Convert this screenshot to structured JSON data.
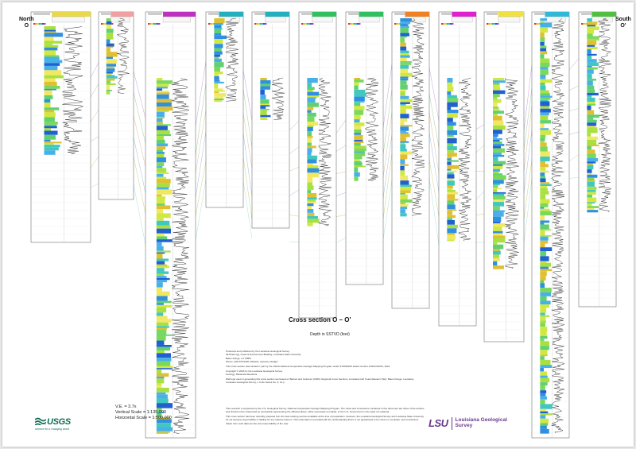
{
  "corners": {
    "left_direction": "North",
    "left_label": "O",
    "right_direction": "South",
    "right_label": "O'"
  },
  "title": "Cross section O – O'",
  "subtitle": "Depth in SSTVD (feet)",
  "scale": {
    "ve": "V.E. = 3.7x",
    "vertical": "Vertical Scale = 1:135,000",
    "horizontal": "Horizontal Scale = 1:500,000"
  },
  "credits": [
    "Produced and published by the Louisiana Geological Survey",
    "3079 Energy, Coast & Environment Building, Louisiana State University",
    "Baton Rouge, LA 70803",
    "Phone: 225-578-5320; Website: www.lsu.edu/lgs/",
    "This cross section was funded in part by the USGS National Cooperative Geologic Mapping Program under STATEMAP award number G24AC00331, 2024.",
    "Copyright © 2025 by the Louisiana Geological Survey",
    "Geology: Marianela Mendoza",
    "Well logs used in generating this cross section are based on Bebout and Gutierrez (1983): Regional Cross Sections, Louisiana Gulf Coast (Eastern Part), Baton Rouge, Louisiana, Louisiana Geological Survey, v. Folio Series No. 6, 10 p."
  ],
  "disclaimer": [
    "This research is supported by the U.S. Geological Survey, National Cooperative Geologic Mapping Program. The views and conclusions contained in this document are those of the authors and should not be interpreted as necessarily representing the official policies, either expressed or implied, of the U.S. Government or the state of Louisiana.",
    "This cross section has been carefully prepared from the best existing sources available at the time of preparation. However, the Louisiana Geological Survey and Louisiana State University do not assume responsibility or liability for any reliance thereon. This information is provided with the understanding that it is not guaranteed to be correct or complete, and conclusions drawn from such data are the sole responsibility of the user."
  ],
  "logos": {
    "usgs": "USGS",
    "usgs_tagline": "science for a changing world",
    "lsu": "LSU",
    "lsu_name_line1": "Louisiana Geological",
    "lsu_name_line2": "Survey"
  },
  "wells": [
    {
      "log_bottom": 0.62
    },
    {
      "log_bottom": 0.44
    },
    {
      "log_bottom": 0.99
    },
    {
      "log_bottom": 0.46
    },
    {
      "log_bottom": 0.5
    },
    {
      "log_bottom": 0.7
    },
    {
      "log_bottom": 0.62
    },
    {
      "log_bottom": 0.69
    },
    {
      "log_bottom": 0.73
    },
    {
      "log_bottom": 0.78
    },
    {
      "log_bottom": 0.99
    },
    {
      "log_bottom": 0.68
    }
  ]
}
